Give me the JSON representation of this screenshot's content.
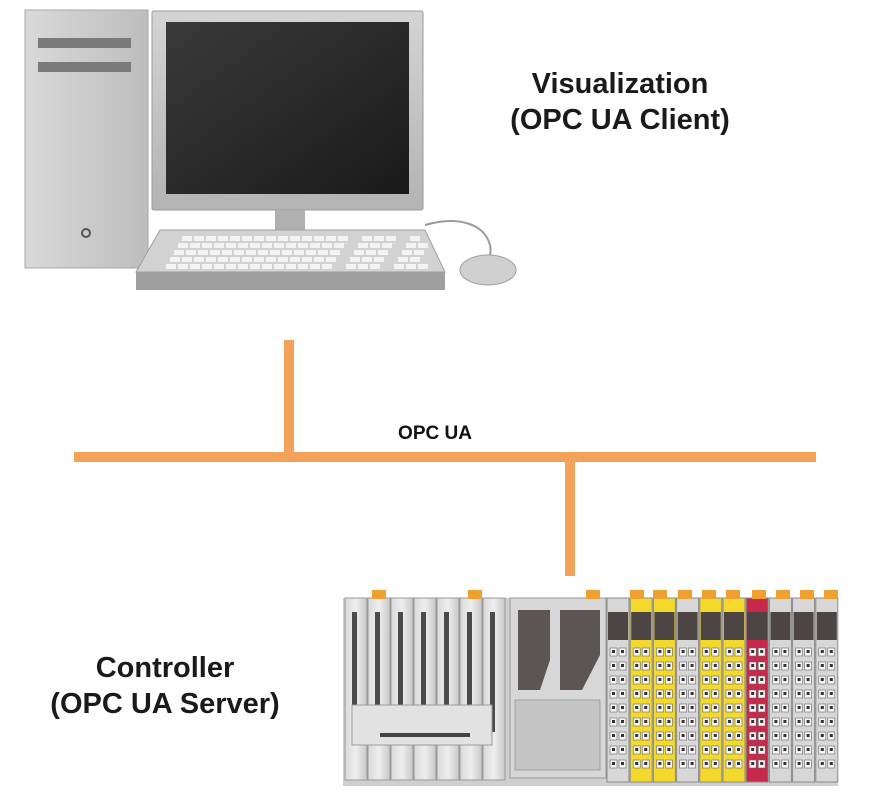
{
  "client": {
    "line1": "Visualization",
    "line2": "(OPC UA Client)"
  },
  "server": {
    "line1": "Controller",
    "line2": "(OPC UA Server)"
  },
  "bus": {
    "label": "OPC UA"
  },
  "colors": {
    "network_line": "#F4A259",
    "module_yellow": "#F2D92B",
    "module_red": "#C8284A",
    "terminal_orange": "#F0A030",
    "module_grey": "#D7D7D7"
  },
  "icons": {
    "computer": "desktop-computer-icon",
    "controller": "plc-controller-icon"
  }
}
